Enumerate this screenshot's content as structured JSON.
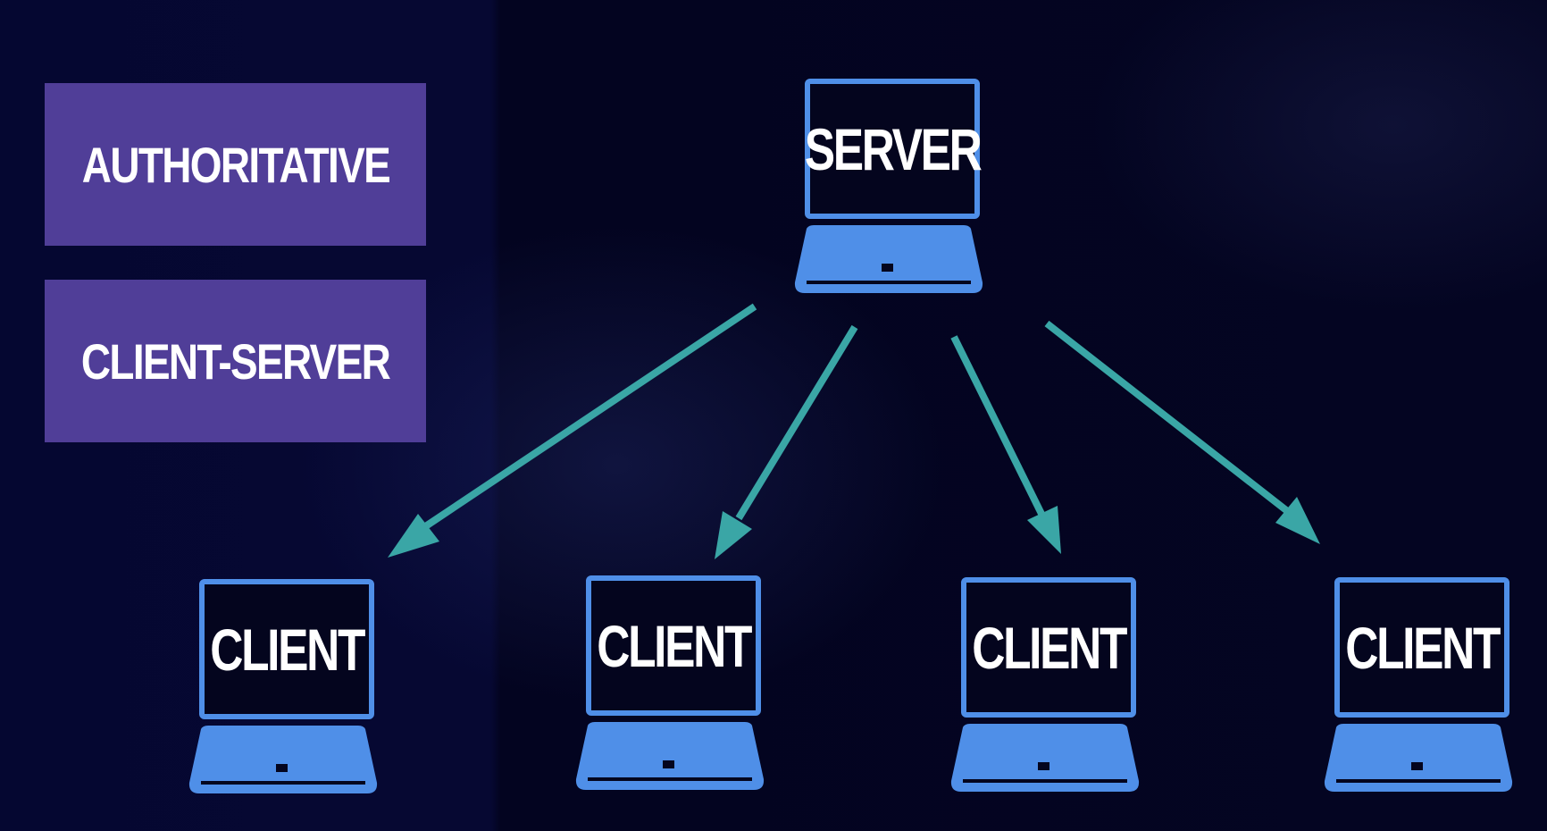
{
  "labels": {
    "authoritative": "AUTHORITATIVE",
    "client_server": "CLIENT-SERVER"
  },
  "server": {
    "label": "SERVER"
  },
  "clients": [
    {
      "label": "CLIENT"
    },
    {
      "label": "CLIENT"
    },
    {
      "label": "CLIENT"
    },
    {
      "label": "CLIENT"
    }
  ],
  "colors": {
    "background": "#05062a",
    "label_box": "#503e98",
    "laptop": "#4f8fe8",
    "arrow": "#3aa6a6",
    "text": "#ffffff"
  },
  "icons": {
    "device": "laptop-icon",
    "connection": "arrow-icon"
  }
}
